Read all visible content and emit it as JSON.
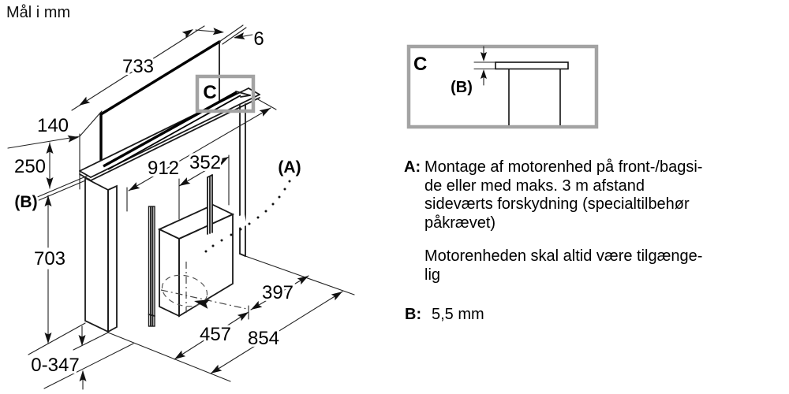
{
  "title": "Mål i mm",
  "diagram": {
    "dims": {
      "glass_width": "733",
      "glass_thickness": "6",
      "top_depth": "140",
      "riser_height": "250",
      "slot_width": "912",
      "motor_unit_width": "352",
      "duct_height": "703",
      "plinth_range": "0-347",
      "motor_offset": "457",
      "total_width": "854",
      "outlet_offset": "397"
    },
    "labels": {
      "callout_a": "(A)",
      "callout_b": "(B)",
      "callout_c": "C"
    }
  },
  "detail_c": {
    "title": "C",
    "gap_label": "(B)"
  },
  "notes": {
    "a_key": "A:",
    "a_lines_1": [
      "Montage af motorenhed på front-/bagsi-",
      "de eller med maks. 3 m afstand",
      "sideværts forskydning (specialtilbehør",
      "påkrævet)"
    ],
    "a_lines_2": [
      "Motorenheden skal altid være tilgænge-",
      "lig"
    ],
    "b_key": "B:",
    "b_value": "5,5 mm"
  },
  "colors": {
    "callout_border": "#a3a3a3",
    "line": "#1a1a1a"
  }
}
